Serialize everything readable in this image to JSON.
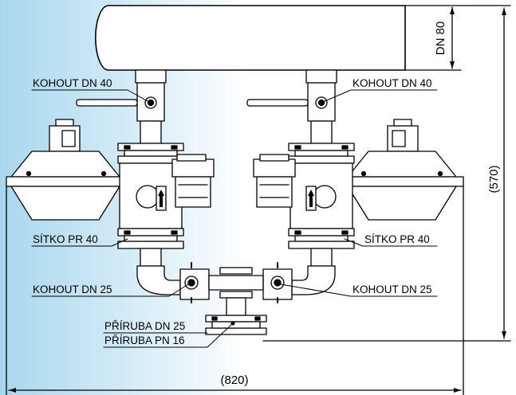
{
  "labels": {
    "kohout_dn40_left": "KOHOUT DN 40",
    "kohout_dn40_right": "KOHOUT DN 40",
    "sitko_left": "SÍTKO PR 40",
    "sitko_right": "SÍTKO PR 40",
    "kohout_dn25_left": "KOHOUT DN 25",
    "kohout_dn25_right": "KOHOUT DN 25",
    "priruba_dn": "PŘÍRUBA DN 25",
    "priruba_pn": "PŘÍRUBA PN 16"
  },
  "dimensions": {
    "pipe_dn": "DN 80",
    "height": "(570)",
    "width": "(820)"
  },
  "colors": {
    "line": "#000000",
    "fill": "#ffffff",
    "background_tint": "#a9d7ee"
  }
}
